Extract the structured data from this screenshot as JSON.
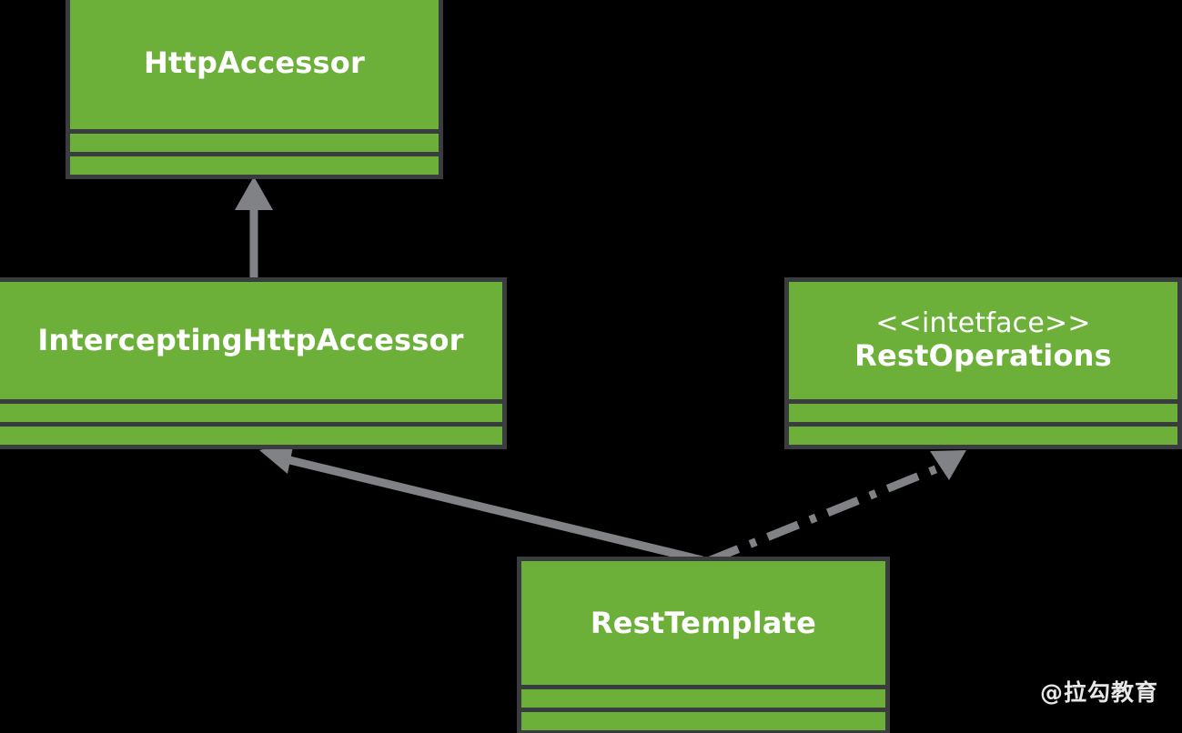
{
  "diagram": {
    "type": "uml-class-diagram",
    "background_color": "#000000",
    "box_fill_color": "#6cb03a",
    "box_border_color": "#3a3d40",
    "connector_color": "#808285",
    "text_color": "#ffffff",
    "classes": [
      {
        "id": "httpaccessor",
        "stereotype": "",
        "name": "HttpAccessor",
        "compartments": 2
      },
      {
        "id": "interceptinghttpaccessor",
        "stereotype": "",
        "name": "InterceptingHttpAccessor",
        "compartments": 2
      },
      {
        "id": "restoperations",
        "stereotype": "<<intetface>>",
        "name": "RestOperations",
        "compartments": 2
      },
      {
        "id": "resttemplate",
        "stereotype": "",
        "name": "RestTemplate",
        "compartments": 2
      }
    ],
    "connectors": [
      {
        "id": "generalization-intercepting-to-httpaccessor",
        "from": "InterceptingHttpAccessor",
        "to": "HttpAccessor",
        "relation": "generalization",
        "line_style": "solid",
        "arrow_head": "filled-triangle"
      },
      {
        "id": "generalization-resttemplate-to-intercepting",
        "from": "RestTemplate",
        "to": "InterceptingHttpAccessor",
        "relation": "generalization",
        "line_style": "solid",
        "arrow_head": "filled-triangle"
      },
      {
        "id": "realization-resttemplate-to-restoperations",
        "from": "RestTemplate",
        "to": "RestOperations",
        "relation": "realization",
        "line_style": "dash-dot",
        "arrow_head": "filled-triangle"
      }
    ]
  },
  "watermark": {
    "text": "@拉勾教育"
  }
}
